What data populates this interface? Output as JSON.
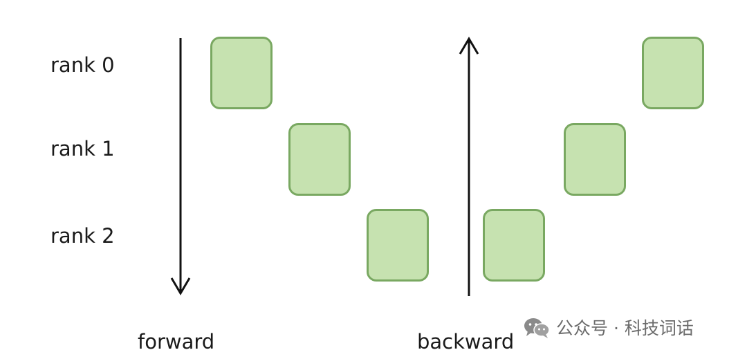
{
  "diagram": {
    "ranks": [
      {
        "label": "rank 0"
      },
      {
        "label": "rank 1"
      },
      {
        "label": "rank 2"
      }
    ],
    "directions": {
      "forward": "forward",
      "backward": "backward"
    },
    "colors": {
      "block_fill": "#c6e2b0",
      "block_border": "#79a861",
      "arrow": "#111111",
      "text": "#1a1a1a",
      "watermark": "#6b6b6b"
    }
  },
  "watermark": {
    "icon": "wechat-icon",
    "text": "公众号 · 科技词话"
  }
}
